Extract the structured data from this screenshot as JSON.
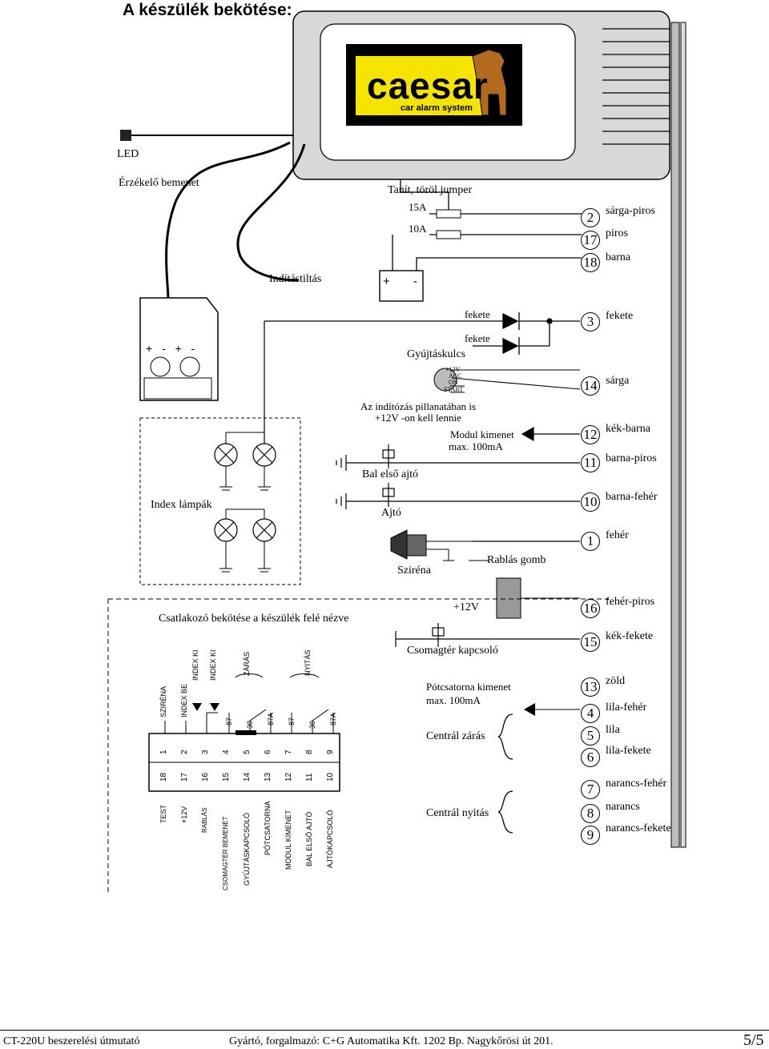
{
  "page_title": "A készülék bekötése:",
  "logo": {
    "brand": "caesar",
    "tagline": "car alarm system"
  },
  "left_labels": {
    "led": "LED",
    "sensor": "Érzékelő bemenet",
    "start_block": "Indítástiltás",
    "index_lamps": "Index lámpák"
  },
  "center_labels": {
    "jumper": "Tanít, töröl jumper",
    "fuse_15": "15A",
    "fuse_10": "10A",
    "battery_plus": "+",
    "battery_minus": "-",
    "fekete1": "fekete",
    "fekete2": "fekete",
    "ignition_key": "Gyújtáskulcs",
    "key_positions": [
      "+12V",
      "ACC",
      "ON",
      "START"
    ],
    "start_note_1": "Az indítózás pillanatában is",
    "start_note_2": "+12V -on  kell lennie",
    "module_out_1": "Modul kimenet",
    "module_out_2": "max. 100mA",
    "front_door": "Bal első ajtó",
    "door": "Ajtó",
    "siren": "Sziréna",
    "panic": "Rablás gomb",
    "plus12v": "+12V",
    "trunk": "Csomagtér kapcsoló",
    "aux_out_1": "Pótcsatorna kimenet",
    "aux_out_2": "max. 100mA",
    "central_lock": "Centrál zárás",
    "central_unlock": "Centrál nyitás",
    "sensor_sign": "+ - + -"
  },
  "wires": [
    {
      "num": "2",
      "color": "sárga-piros"
    },
    {
      "num": "17",
      "color": "piros"
    },
    {
      "num": "18",
      "color": "barna"
    },
    {
      "num": "3",
      "color": "fekete"
    },
    {
      "num": "14",
      "color": "sárga"
    },
    {
      "num": "12",
      "color": "kék-barna"
    },
    {
      "num": "11",
      "color": "barna-piros"
    },
    {
      "num": "10",
      "color": "barna-fehér"
    },
    {
      "num": "1",
      "color": "fehér"
    },
    {
      "num": "16",
      "color": "fehér-piros"
    },
    {
      "num": "15",
      "color": "kék-fekete"
    },
    {
      "num": "13",
      "color": "zöld"
    },
    {
      "num": "4",
      "color": "lila-fehér"
    },
    {
      "num": "5",
      "color": "lila"
    },
    {
      "num": "6",
      "color": "lila-fekete"
    },
    {
      "num": "7",
      "color": "narancs-fehér"
    },
    {
      "num": "8",
      "color": "narancs"
    },
    {
      "num": "9",
      "color": "narancs-fekete"
    }
  ],
  "connector": {
    "title": "Csatlakozó bekötése a készülék felé nézve",
    "top_labels": [
      "SZIRÉNA",
      "INDEX BE",
      "INDEX KI",
      "INDEX KI",
      "ZÁRÁS",
      "NYITÁS"
    ],
    "relay_labels": [
      "87",
      "30",
      "87A",
      "87",
      "30",
      "87A"
    ],
    "row1": [
      "1",
      "2",
      "3",
      "4",
      "5",
      "6",
      "7",
      "8",
      "9"
    ],
    "row2": [
      "18",
      "17",
      "16",
      "15",
      "14",
      "13",
      "12",
      "11",
      "10"
    ],
    "bottom_labels": [
      "TEST",
      "+12V",
      "RABLÁS",
      "CSOMAGTÉR BEMENET",
      "GYÚJTÁSKAPCSOLÓ",
      "PÓTCSATORNA",
      "MODUL KIMENET",
      "BAL ELSŐ AJTÓ",
      "AJTÓKAPCSOLÓ"
    ]
  },
  "footer": {
    "left": "CT-220U beszerelési útmutató",
    "center": "Gyártó, forgalmazó: C+G Automatika Kft. 1202 Bp. Nagykőrösi út 201.",
    "page": "5/5"
  }
}
